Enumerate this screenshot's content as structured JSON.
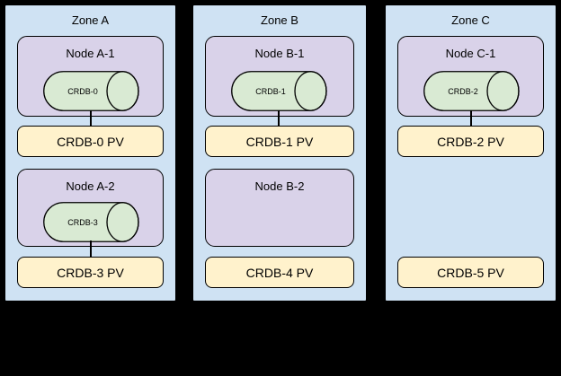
{
  "diagram": {
    "colors": {
      "background": "#000000",
      "zone_fill": "#cfe2f3",
      "node_fill": "#d9d2e9",
      "cylinder_fill": "#d9ead3",
      "pv_fill": "#fff2cc",
      "border": "#000000"
    },
    "zones": [
      {
        "label": "Zone A",
        "nodes": [
          {
            "label": "Node A-1",
            "cylinder": "CRDB-0"
          },
          {
            "label": "Node A-2",
            "cylinder": "CRDB-3"
          }
        ],
        "pvs": [
          "CRDB-0 PV",
          "CRDB-3 PV"
        ]
      },
      {
        "label": "Zone B",
        "nodes": [
          {
            "label": "Node B-1",
            "cylinder": "CRDB-1"
          },
          {
            "label": "Node B-2",
            "cylinder": null
          }
        ],
        "pvs": [
          "CRDB-1 PV",
          "CRDB-4 PV"
        ]
      },
      {
        "label": "Zone C",
        "nodes": [
          {
            "label": "Node C-1",
            "cylinder": "CRDB-2"
          }
        ],
        "pvs": [
          "CRDB-2 PV",
          "CRDB-5 PV"
        ]
      }
    ]
  }
}
